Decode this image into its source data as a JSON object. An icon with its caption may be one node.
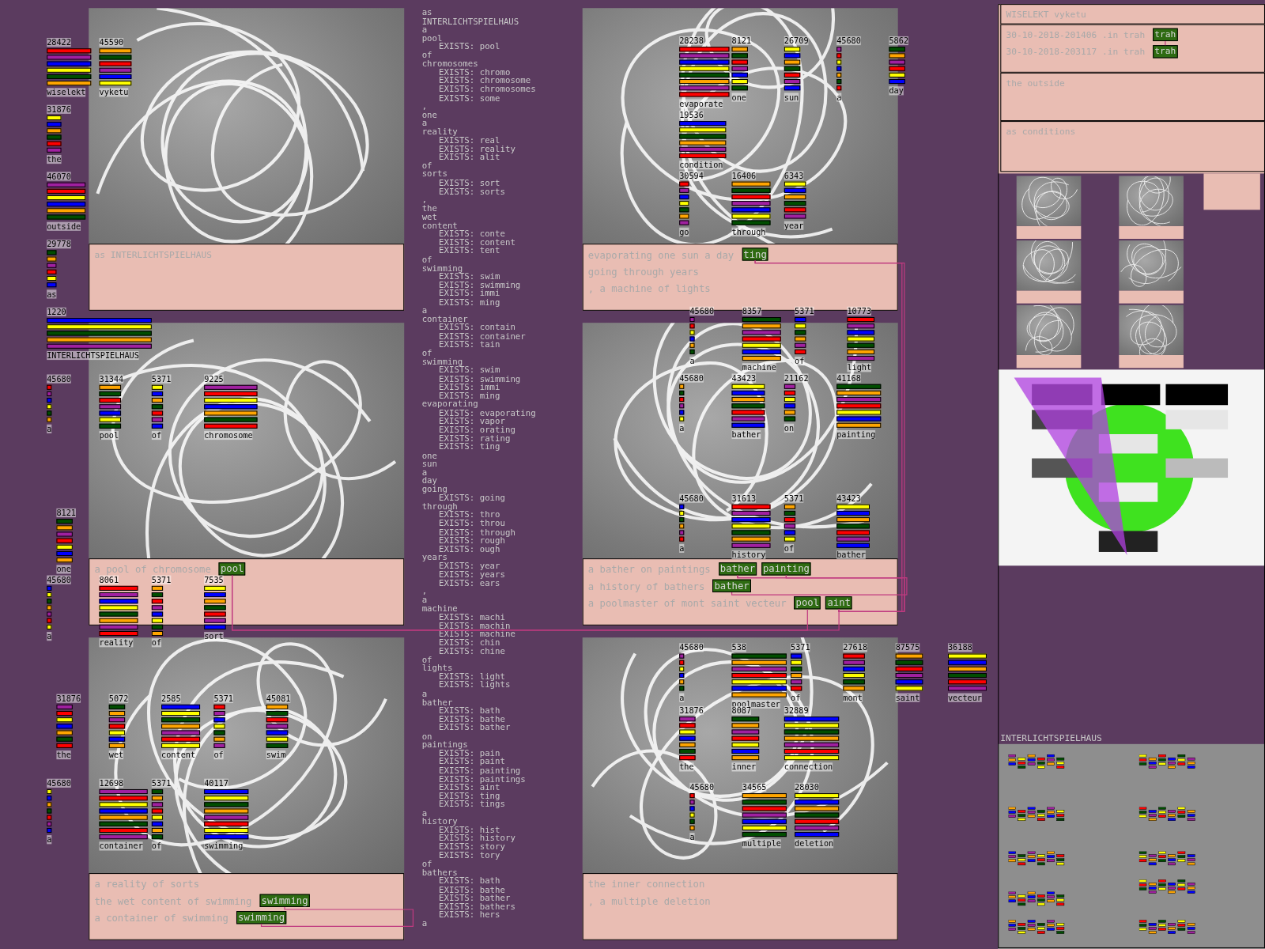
{
  "diagram": {
    "nodes": [
      {
        "text": [
          "WISELEKT vyketu"
        ]
      },
      {
        "text": [
          "30-10-2018-201406 .in trah",
          "30-10-2018-203117 .in trah"
        ]
      },
      {
        "text": [
          "trah"
        ],
        "in": 1
      },
      {
        "text": [
          "trah"
        ],
        "in": 1
      },
      {
        "text": [
          "the outside"
        ]
      },
      {
        "text": [
          "as conditions"
        ]
      },
      {
        "text": [
          "as INTERLICHTSPIELHAUS"
        ]
      },
      {
        "text": [
          "a pool of chromosome"
        ]
      },
      {
        "text": [
          "pool"
        ],
        "in": 7
      },
      {
        "text": [
          "a reality of sorts",
          "the wet content of swimming",
          "a container of swimming"
        ]
      },
      {
        "text": [
          "swimming"
        ],
        "in": 9
      },
      {
        "text": [
          "swimming"
        ],
        "in": 9
      },
      {
        "text": [
          "evaporating one sun a day",
          "going through years",
          ", a machine of lights"
        ]
      },
      {
        "text": [
          "ting"
        ],
        "in": 12
      },
      {
        "text": [
          "a bather on paintings",
          "a history of bathers",
          "a poolmaster of mont saint vecteur"
        ]
      },
      {
        "text": [
          "bather"
        ],
        "in": 14
      },
      {
        "text": [
          "painting"
        ],
        "in": 14
      },
      {
        "text": [
          "bather"
        ],
        "in": 14
      },
      {
        "text": [
          "pool"
        ],
        "in": 14
      },
      {
        "text": [
          "aint"
        ],
        "in": 14
      },
      {
        "text": [
          "the inner connection",
          ", a multiple deletion"
        ]
      },
      {
        "text": [
          "28422",
          "wiselekt"
        ]
      },
      {
        "text": [
          "45590",
          "vyketu"
        ]
      },
      {
        "text": [
          "31876",
          "the"
        ]
      },
      {
        "text": [
          "46070",
          "outside"
        ]
      },
      {
        "text": [
          "29778",
          "as"
        ]
      },
      {
        "text": [
          "1220",
          "INTERLICHTSPIELHAUS"
        ]
      },
      {
        "text": [
          "45680",
          "a"
        ]
      },
      {
        "text": [
          "31344",
          "pool"
        ]
      },
      {
        "text": [
          "5371",
          "of"
        ]
      },
      {
        "text": [
          "9225",
          "chromosome"
        ]
      },
      {
        "text": [
          "8121",
          "one"
        ]
      },
      {
        "text": [
          "45680",
          "a"
        ]
      },
      {
        "text": [
          "8061",
          "reality"
        ]
      },
      {
        "text": [
          "5371",
          "of"
        ]
      },
      {
        "text": [
          "7535",
          "sort"
        ]
      },
      {
        "text": [
          "31876",
          "the"
        ]
      },
      {
        "text": [
          "5072",
          "wet"
        ]
      },
      {
        "text": [
          "2585",
          "content"
        ]
      },
      {
        "text": [
          "5371",
          "of"
        ]
      },
      {
        "text": [
          "45081",
          "swim"
        ]
      },
      {
        "text": [
          "45680",
          "a"
        ]
      },
      {
        "text": [
          "12698",
          "container"
        ]
      },
      {
        "text": [
          "5371",
          "of"
        ]
      },
      {
        "text": [
          "40117",
          "swimming"
        ]
      },
      {
        "text": [
          "28238",
          "evaporate"
        ]
      },
      {
        "text": [
          "8121",
          "one"
        ]
      },
      {
        "text": [
          "26709",
          "sun"
        ]
      },
      {
        "text": [
          "45680",
          "a"
        ]
      },
      {
        "text": [
          "5862",
          "day"
        ]
      },
      {
        "text": [
          "19536",
          "condition"
        ]
      },
      {
        "text": [
          "30594",
          "go"
        ]
      },
      {
        "text": [
          "16406",
          "through"
        ]
      },
      {
        "text": [
          "6343",
          "year"
        ]
      },
      {
        "text": [
          "45680",
          "a"
        ]
      },
      {
        "text": [
          "8357",
          "machine"
        ]
      },
      {
        "text": [
          "5371",
          "of"
        ]
      },
      {
        "text": [
          "10773",
          "light"
        ]
      },
      {
        "text": [
          "45680",
          "a"
        ]
      },
      {
        "text": [
          "43423",
          "bather"
        ]
      },
      {
        "text": [
          "21162",
          "on"
        ]
      },
      {
        "text": [
          "41168",
          "painting"
        ]
      },
      {
        "text": [
          "45680",
          "a"
        ]
      },
      {
        "text": [
          "31613",
          "history"
        ]
      },
      {
        "text": [
          "5371",
          "of"
        ]
      },
      {
        "text": [
          "43423",
          "bather"
        ]
      },
      {
        "text": [
          "45680",
          "a"
        ]
      },
      {
        "text": [
          "538",
          "poolmaster"
        ]
      },
      {
        "text": [
          "5371",
          "of"
        ]
      },
      {
        "text": [
          "27618",
          "mont"
        ]
      },
      {
        "text": [
          "87575",
          "saint"
        ]
      },
      {
        "text": [
          "36188",
          "vecteur"
        ]
      },
      {
        "text": [
          "31876",
          "the"
        ]
      },
      {
        "text": [
          "8087",
          "inner"
        ]
      },
      {
        "text": [
          "32889",
          "connection"
        ]
      },
      {
        "text": [
          "45680",
          "a"
        ]
      },
      {
        "text": [
          "34565",
          "multiple"
        ]
      },
      {
        "text": [
          "28030",
          "deletion"
        ]
      }
    ],
    "edges": [
      {
        "from": 2,
        "to": 3,
        "arrow": "none"
      },
      {
        "from": 8,
        "to": 18,
        "arrow": "none"
      },
      {
        "from": 8,
        "to": 19,
        "arrow": "none"
      },
      {
        "from": 13,
        "to": 16,
        "arrow": "none"
      },
      {
        "from": 13,
        "to": 19,
        "arrow": "none"
      },
      {
        "from": 15,
        "to": 17,
        "arrow": "none"
      },
      {
        "from": 15,
        "to": 19,
        "arrow": "none"
      },
      {
        "from": 16,
        "to": 19,
        "arrow": "none"
      },
      {
        "from": 10,
        "to": 11,
        "arrow": "none"
      }
    ],
    "labels": [
      "as",
      "INTERLICHTSPIELHAUS",
      "a",
      "pool",
      "EXISTS: pool",
      "of",
      "chromosomes",
      "EXISTS: chromo",
      "EXISTS: chromosome",
      "EXISTS: chromosomes",
      "EXISTS: some",
      ",",
      "one",
      "a",
      "reality",
      "EXISTS: real",
      "EXISTS: reality",
      "EXISTS: alit",
      "of",
      "sorts",
      "EXISTS: sort",
      "EXISTS: sorts",
      ",",
      "the",
      "wet",
      "content",
      "EXISTS: conte",
      "EXISTS: content",
      "EXISTS: tent",
      "of",
      "swimming",
      "EXISTS: swim",
      "EXISTS: swimming",
      "EXISTS: immi",
      "EXISTS: ming",
      "a",
      "container",
      "EXISTS: contain",
      "EXISTS: container",
      "EXISTS: tain",
      "of",
      "swimming",
      "EXISTS: swim",
      "EXISTS: swimming",
      "EXISTS: immi",
      "EXISTS: ming",
      "evaporating",
      "EXISTS: evaporating",
      "EXISTS: vapor",
      "EXISTS: orating",
      "EXISTS: rating",
      "EXISTS: ting",
      "one",
      "sun",
      "a",
      "day",
      "going",
      "EXISTS: going",
      "through",
      "EXISTS: thro",
      "EXISTS: throu",
      "EXISTS: through",
      "EXISTS: rough",
      "EXISTS: ough",
      "years",
      "EXISTS: year",
      "EXISTS: years",
      "EXISTS: ears",
      ",",
      "a",
      "machine",
      "EXISTS: machi",
      "EXISTS: machin",
      "EXISTS: machine",
      "EXISTS: chin",
      "EXISTS: chine",
      "of",
      "lights",
      "EXISTS: light",
      "EXISTS: lights",
      "a",
      "bather",
      "EXISTS: bath",
      "EXISTS: bathe",
      "EXISTS: bather",
      "on",
      "paintings",
      "EXISTS: pain",
      "EXISTS: paint",
      "EXISTS: painting",
      "EXISTS: paintings",
      "EXISTS: aint",
      "EXISTS: ting",
      "EXISTS: tings",
      "a",
      "history",
      "EXISTS: hist",
      "EXISTS: history",
      "EXISTS: story",
      "EXISTS: tory",
      "of",
      "bathers",
      "EXISTS: bath",
      "EXISTS: bathe",
      "EXISTS: bather",
      "EXISTS: bathers",
      "EXISTS: hers",
      "a",
      "INTERLICHTSPIELHAUS"
    ]
  }
}
